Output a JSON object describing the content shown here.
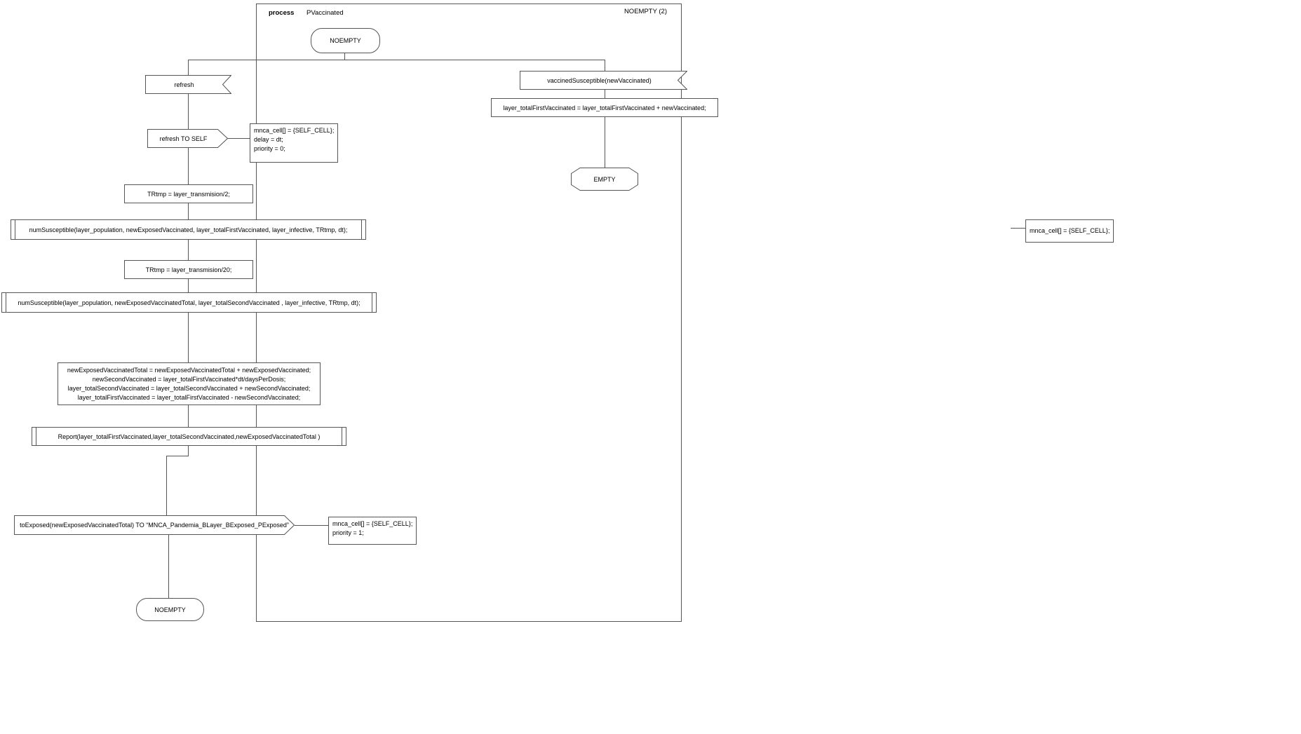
{
  "frame": {
    "type_label": "process",
    "title": "PVaccinated",
    "state_label": "NOEMPTY (2)"
  },
  "states": {
    "start": "NOEMPTY",
    "end": "NOEMPTY",
    "empty": "EMPTY"
  },
  "left_branch": {
    "input_signal": "refresh",
    "output_signal": "refresh TO SELF",
    "output_comment": [
      "mnca_cell[] = {SELF_CELL};",
      "delay = dt;",
      "priority = 0;"
    ],
    "task1": "TRtmp = layer_transmision/2;",
    "proc1": "numSusceptible(layer_population, newExposedVaccinated, layer_totalFirstVaccinated, layer_infective, TRtmp, dt);",
    "task2": "TRtmp = layer_transmision/20;",
    "proc2": "numSusceptible(layer_population, newExposedVaccinatedTotal, layer_totalSecondVaccinated , layer_infective, TRtmp, dt);",
    "task3_lines": [
      "newExposedVaccinatedTotal = newExposedVaccinatedTotal + newExposedVaccinated;",
      "newSecondVaccinated = layer_totalFirstVaccinated*dt/daysPerDosis;",
      "layer_totalSecondVaccinated = layer_totalSecondVaccinated + newSecondVaccinated;",
      "layer_totalFirstVaccinated = layer_totalFirstVaccinated - newSecondVaccinated;"
    ],
    "proc3": "Report(layer_totalFirstVaccinated,layer_totalSecondVaccinated,newExposedVaccinatedTotal )",
    "output_to_exposed": "toExposed(newExposedVaccinatedTotal) TO “MNCA_Pandemia_BLayer_BExposed_PExposed”",
    "to_exposed_comment": [
      "mnca_cell[] = {SELF_CELL};",
      "priority = 1;"
    ]
  },
  "right_branch": {
    "input_signal": "vaccinedSusceptible(newVaccinated)",
    "task": "layer_totalFirstVaccinated = layer_totalFirstVaccinated + newVaccinated;"
  },
  "detached_comment": "mnca_cell[] = {SELF_CELL};"
}
